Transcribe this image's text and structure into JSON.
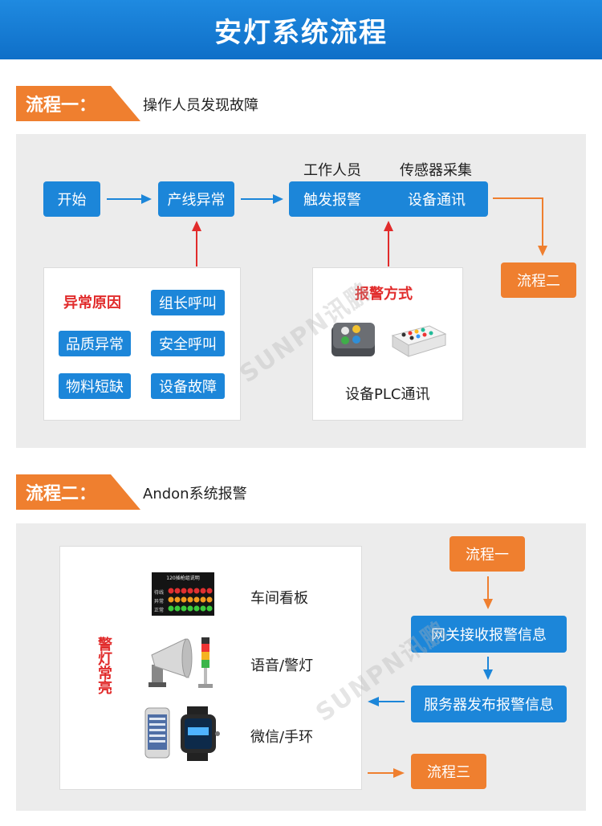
{
  "header": {
    "title": "安灯系统流程"
  },
  "step1": {
    "tab": "流程一：",
    "desc": "操作人员发现故障",
    "start": "开始",
    "line_abnormal": "产线异常",
    "worker_label": "工作人员",
    "sensor_label": "传感器采集",
    "trigger": "触发报警",
    "comm": "设备通讯",
    "to_step2": "流程二",
    "cause_title": "异常原因",
    "causes": {
      "team_lead": "组长呼叫",
      "quality": "品质异常",
      "safety": "安全呼叫",
      "material": "物料短缺",
      "equipment": "设备故障"
    },
    "alarm_title": "报警方式",
    "alarm_caption": "设备PLC通讯"
  },
  "step2": {
    "tab": "流程二：",
    "desc": "Andon系统报警",
    "vertical_label": "警灯常亮",
    "board_title": "120插枪组说明",
    "board_rows": [
      "待线",
      "异常",
      "正常"
    ],
    "devices": {
      "board": "车间看板",
      "voice": "语音/警灯",
      "wechat": "微信/手环"
    },
    "from_step1": "流程一",
    "gateway": "网关接收报警信息",
    "server": "服务器发布报警信息",
    "to_step3": "流程三"
  },
  "watermark": "SUNPN讯鹏",
  "colors": {
    "blue": "#1c86d9",
    "orange": "#ef7f2f",
    "red": "#e12b2b",
    "panel": "#ececec"
  }
}
